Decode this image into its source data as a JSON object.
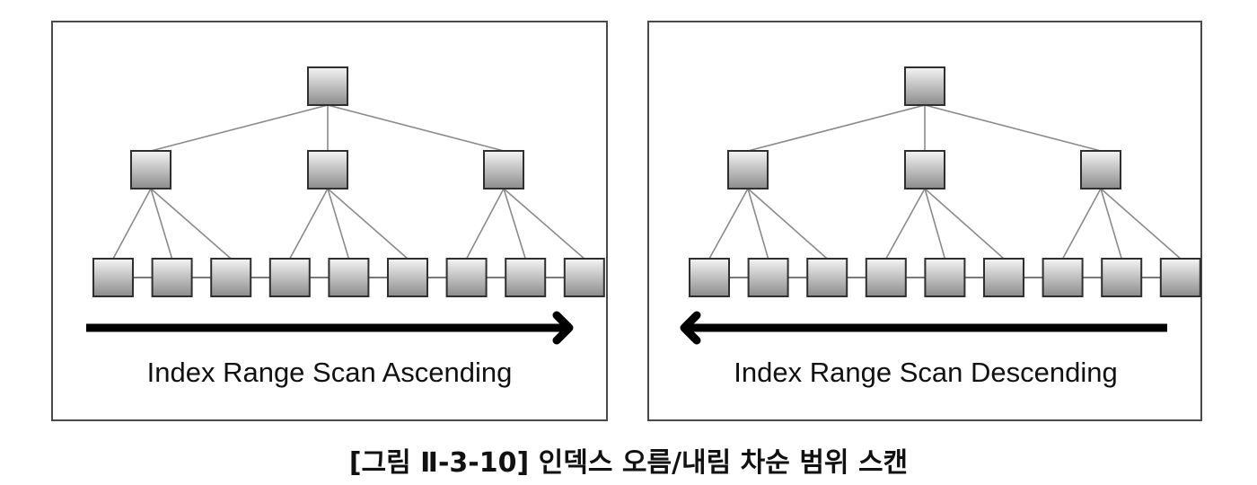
{
  "panels": [
    {
      "label": "Index Range Scan Ascending",
      "direction": "right",
      "tree": {
        "root_count": 1,
        "branch_count": 3,
        "leaf_count": 9
      }
    },
    {
      "label": "Index Range Scan Descending",
      "direction": "left",
      "tree": {
        "root_count": 1,
        "branch_count": 3,
        "leaf_count": 9
      }
    }
  ],
  "caption": "[그림 Ⅱ-3-10] 인덱스 오름/내림 차순 범위 스캔",
  "colors": {
    "node_gradient_top": "#f4f4f4",
    "node_gradient_bottom": "#8c8c8c",
    "node_border": "#2f2f2f",
    "frame_border": "#4a4a4a",
    "arrow": "#000000"
  }
}
